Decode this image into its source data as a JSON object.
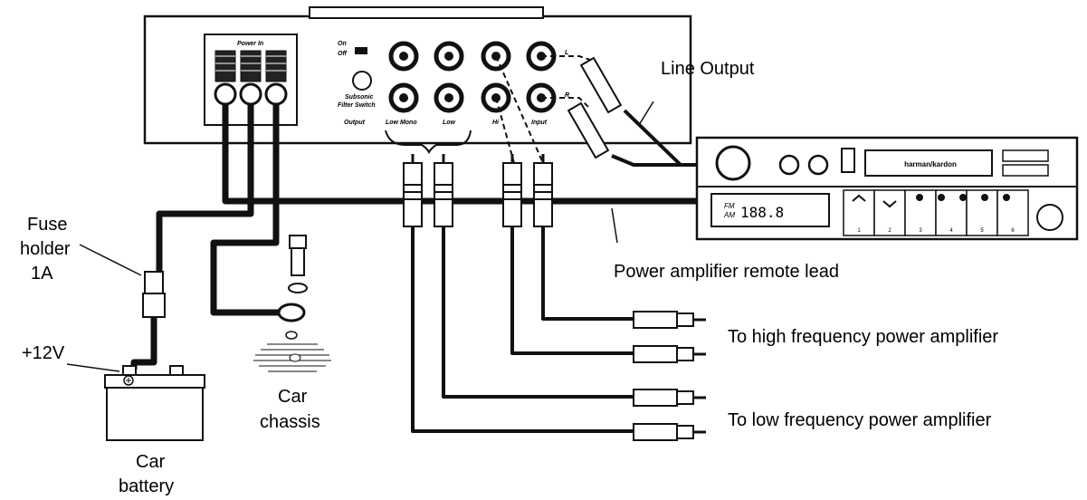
{
  "panel": {
    "power_in": "Power In",
    "on": "On",
    "off": "Off",
    "subsonic_1": "Subsonic",
    "subsonic_2": "Filter Switch",
    "output": "Output",
    "low_mono": "Low Mono",
    "low": "Low",
    "hi": "Hi",
    "input": "Input",
    "ch_l": "L",
    "ch_r": "R"
  },
  "radio": {
    "brand": "harman/kardon",
    "display": "188.8",
    "band_fm": "FM",
    "band_am": "AM",
    "presets": [
      "1",
      "2",
      "3",
      "4",
      "5",
      "6"
    ]
  },
  "labels": {
    "line_output": "Line Output",
    "remote_lead": "Power amplifier remote lead",
    "fuse_line1": "Fuse",
    "fuse_line2": "holder",
    "fuse_line3": "1A",
    "plus12v": "+12V",
    "battery_line1": "Car",
    "battery_line2": "battery",
    "chassis_line1": "Car",
    "chassis_line2": "chassis",
    "to_high": "To high frequency power amplifier",
    "to_low": "To low frequency power amplifier"
  }
}
